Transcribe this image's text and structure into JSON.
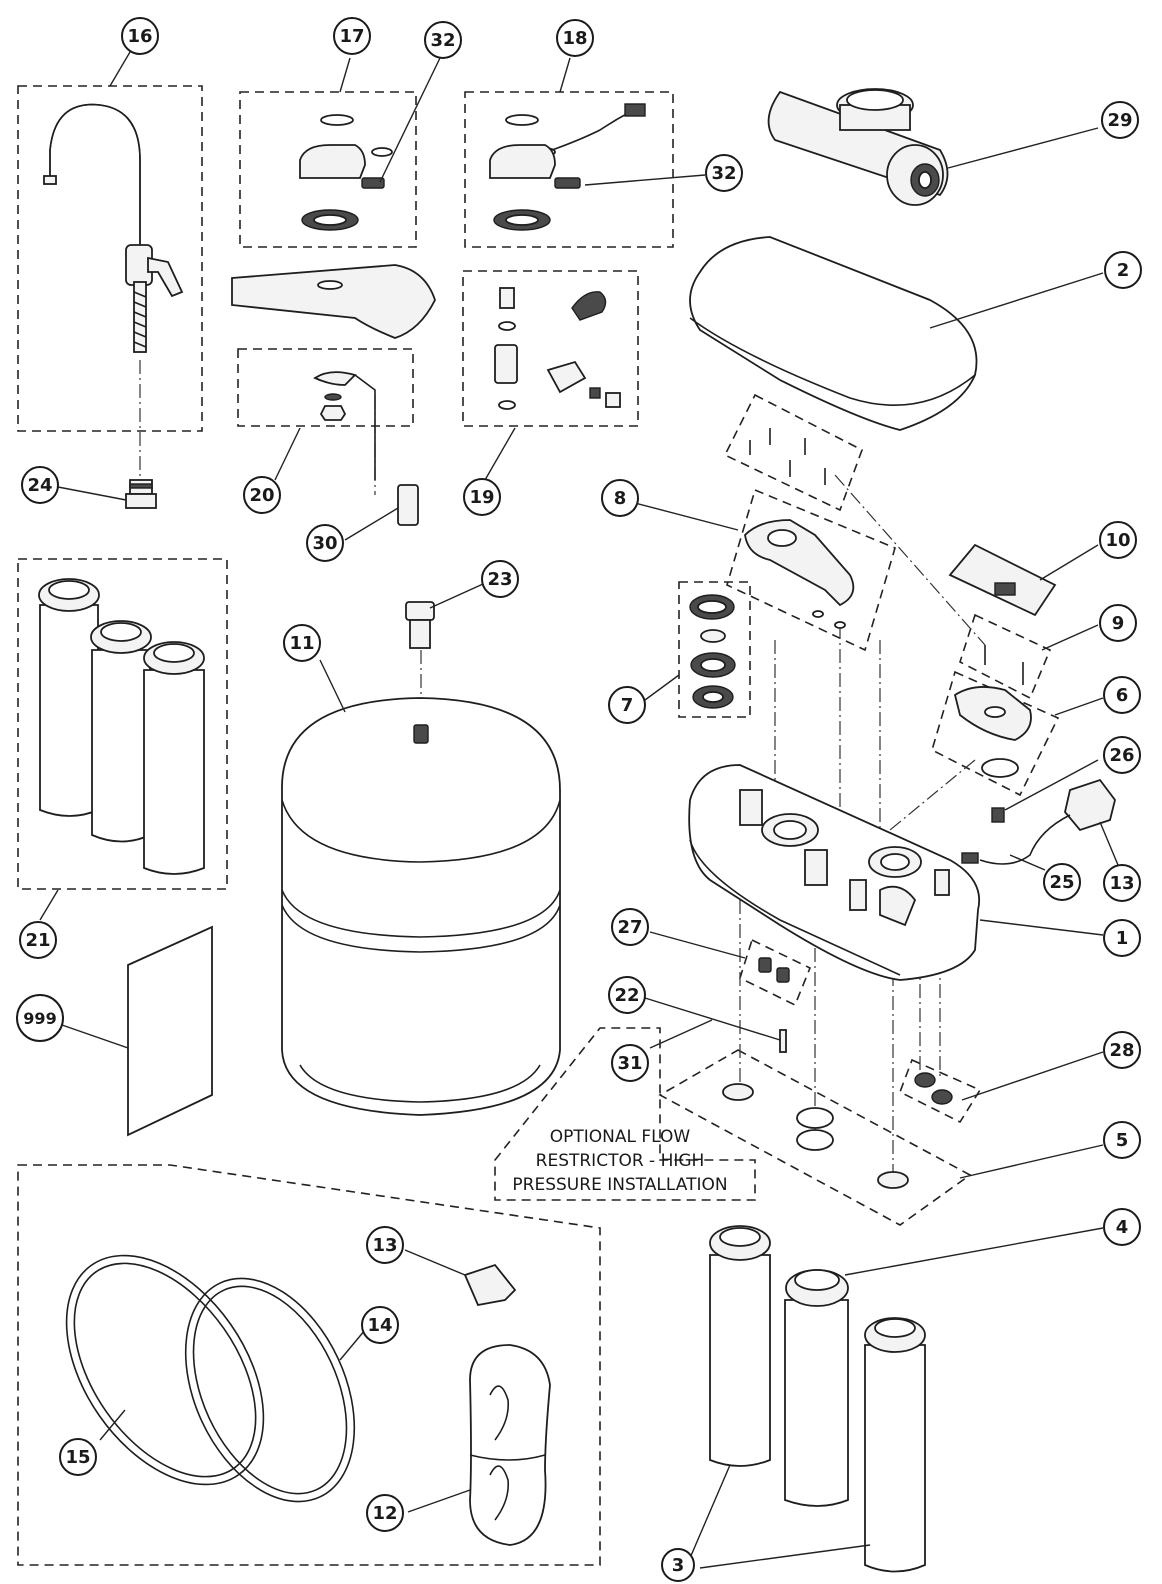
{
  "callouts": {
    "c16": "16",
    "c17": "17",
    "c32a": "32",
    "c18": "18",
    "c29": "29",
    "c32b": "32",
    "c2": "2",
    "c24": "24",
    "c20": "20",
    "c30": "30",
    "c19": "19",
    "c8": "8",
    "c10": "10",
    "c23": "23",
    "c11": "11",
    "c9": "9",
    "c7": "7",
    "c6": "6",
    "c26": "26",
    "c25": "25",
    "c13a": "13",
    "c21": "21",
    "c1": "1",
    "c27": "27",
    "c999": "999",
    "c22": "22",
    "c31": "31",
    "c28": "28",
    "c5": "5",
    "c4": "4",
    "c13b": "13",
    "c14": "14",
    "c15": "15",
    "c12": "12",
    "c3": "3"
  },
  "note": {
    "line1": "OPTIONAL FLOW",
    "line2": "RESTRICTOR - HIGH",
    "line3": "PRESSURE INSTALLATION"
  }
}
